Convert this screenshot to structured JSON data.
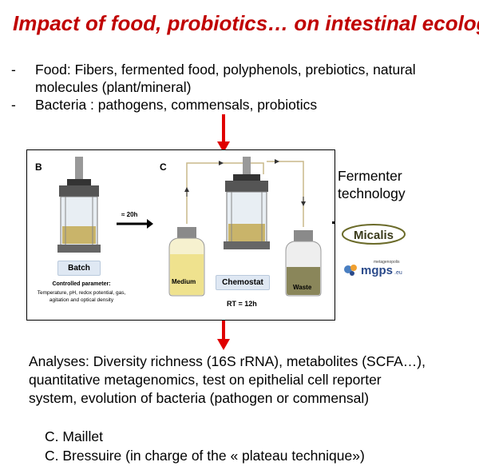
{
  "title": "Impact of food, probiotics… on intestinal ecology",
  "bullets": [
    {
      "dash": "-",
      "text": "Food: Fibers, fermented food, polyphenols, prebiotics, natural"
    },
    {
      "dash": "",
      "text": "molecules (plant/mineral)"
    },
    {
      "dash": "-",
      "text": "Bacteria : pathogens, commensals, probiotics"
    }
  ],
  "figure": {
    "panel_b": "B",
    "panel_c": "C",
    "arrow_label": "≈ 20h",
    "batch": "Batch",
    "controlled_title": "Controlled parameter:",
    "controlled_lines": [
      "Temperature, pH, redox potential, gas,",
      "agitation and optical density"
    ],
    "medium": "Medium",
    "chemostat": "Chemostat",
    "waste": "Waste",
    "rt": "RT = 12h"
  },
  "side": {
    "line1": "Fermenter",
    "line2": "technology"
  },
  "logos": {
    "micalis": "Micalis",
    "mgps_small": "metagenopolis",
    "mgps": "mgps",
    "mgps_suffix": ".eu"
  },
  "analyses": [
    "Analyses: Diversity richness (16S rRNA), metabolites (SCFA…),",
    "quantitative metagenomics, test on epithelial cell reporter",
    "system, evolution of bacteria (pathogen or commensal)"
  ],
  "authors": [
    "C. Maillet",
    "C. Bressuire (in charge of the « plateau technique»)"
  ],
  "colors": {
    "title": "#c00000",
    "arrow": "#e00000",
    "medium": "#efe28e",
    "waste": "#8a865a"
  }
}
